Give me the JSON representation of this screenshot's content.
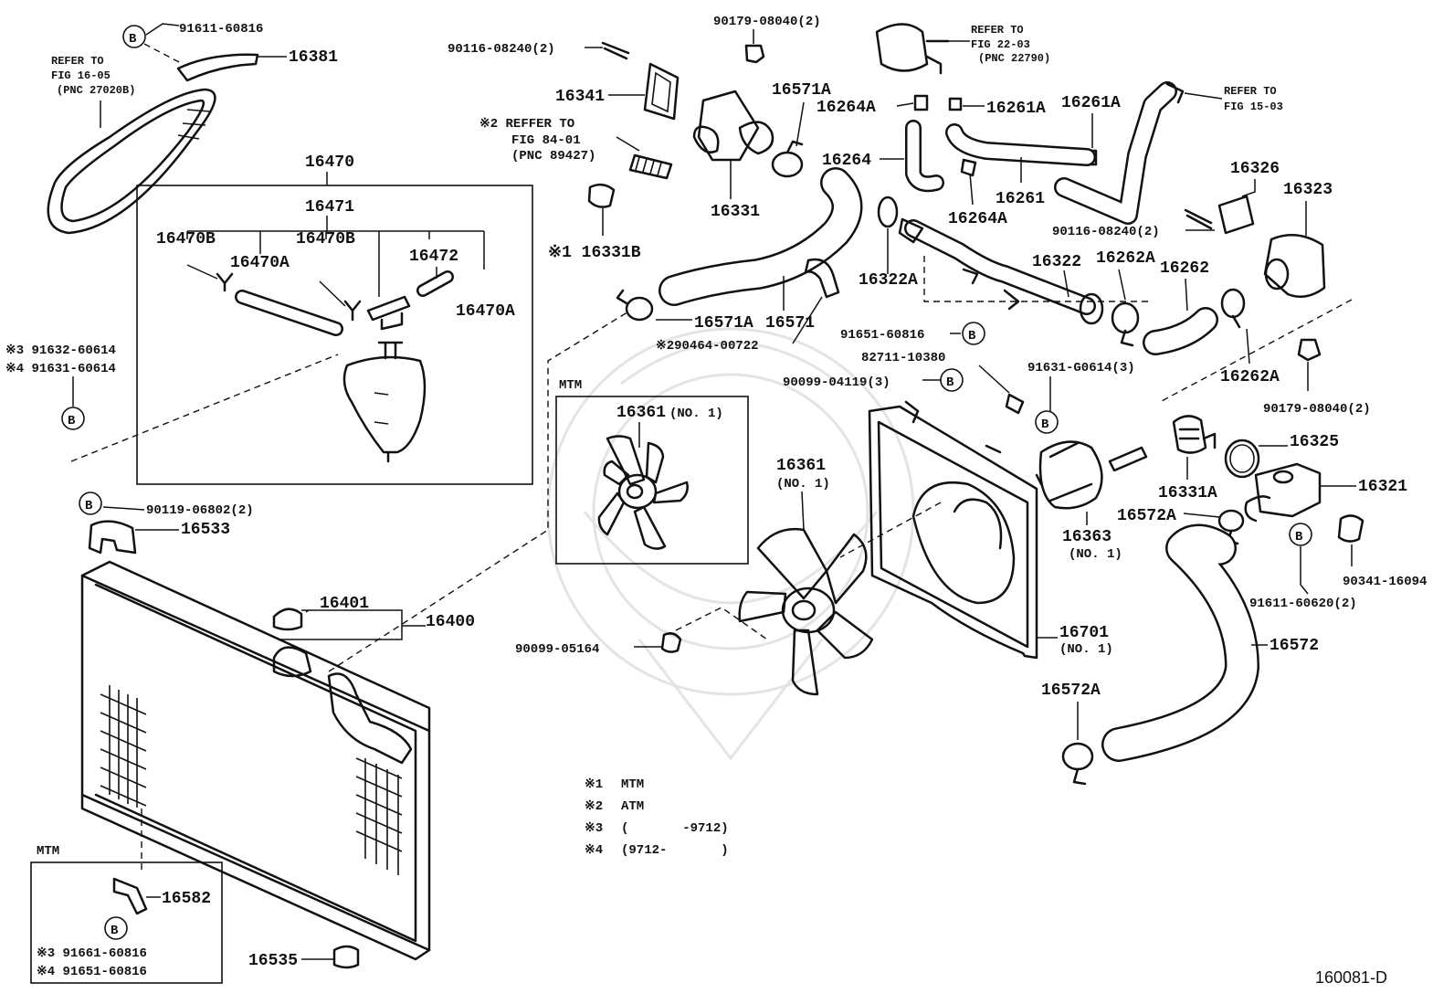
{
  "callouts": {
    "b_bolt_top": "91611-60816",
    "belt_guard": "16381",
    "refer_belt": [
      "REFER TO",
      "FIG 16-05",
      "(PNC 27020B)"
    ],
    "reservoir_group": "16470",
    "reservoir_sub": "16471",
    "clip_left": "16470B",
    "hose_small": "16470A",
    "clip_mid": "16470B",
    "cap_small": "16472",
    "hose_small_right": "16470A",
    "note3_bolt": "※3 91632-60614",
    "note4_bolt": "※4 91631-60614",
    "stud_top": "90116-08240(2)",
    "gasket_top": "16341",
    "refer_84": [
      "※2 REFFER TO",
      "FIG 84-01",
      "(PNC 89427)"
    ],
    "plug_mtm": "※1 16331B",
    "nut_top": "90179-08040(2)",
    "outlet_housing": "16331",
    "clamp_16571a_top": "16571A",
    "clamp_16571a_bottom": "16571A",
    "upper_hose": "16571",
    "clip_290464": "※290464-00722",
    "hose_16264": "16264",
    "clamp_16264a_top": "16264A",
    "clamp_16264a_bottom": "16264A",
    "refer_22": [
      "REFER TO",
      "FIG 22-03",
      "(PNC 22790)"
    ],
    "clamp_16261a_a": "16261A",
    "clamp_16261a_b": "16261A",
    "refer_15": [
      "REFER TO",
      "FIG 15-03"
    ],
    "hose_16261": "16261",
    "gasket_16322a": "16322A",
    "pipe_16322": "16322",
    "bolt_91651": "91651-60816",
    "clamp_16262a_top": "16262A",
    "hose_16262": "16262",
    "clamp_16262a_bottom": "16262A",
    "gasket_16326": "16326",
    "inlet_16323": "16323",
    "stud_right": "90116-08240(2)",
    "nut_right": "90179-08040(2)",
    "rivet_82711": "82711-10380",
    "bolt_90099_04119": "90099-04119(3)",
    "bolt_91631_g": "91631-G0614(3)",
    "mtm_box_label": "MTM",
    "fan_mtm": "16361",
    "fan_mtm_no": "(NO. 1)",
    "fan_main": "16361",
    "fan_main_no": "(NO. 1)",
    "motor": "16363",
    "motor_no": "(NO. 1)",
    "shroud": "16701",
    "shroud_no": "(NO. 1)",
    "thermostat": "16331A",
    "gasket_16325": "16325",
    "inlet_16321": "16321",
    "clamp_16572a_top": "16572A",
    "clamp_16572a_bottom": "16572A",
    "plug_90341": "90341-16094",
    "bolt_91611_620": "91611-60620(2)",
    "lower_hose": "16572",
    "bolt_90119": "90119-06802(2)",
    "bracket_16533": "16533",
    "cap_16401": "16401",
    "radiator": "16400",
    "nut_90099_05164": "90099-05164",
    "drain_16535": "16535",
    "mtm_bottom_label": "MTM",
    "bracket_16582": "16582",
    "note3_bottom": "※3 91661-60816",
    "note4_bottom": "※4 91651-60816",
    "circle_b": "B"
  },
  "legend": [
    {
      "mark": "※1",
      "text": "MTM"
    },
    {
      "mark": "※2",
      "text": "ATM"
    },
    {
      "mark": "※3",
      "text": "(       -9712)"
    },
    {
      "mark": "※4",
      "text": "(9712-       )"
    }
  ],
  "figure_id": "160081-D"
}
